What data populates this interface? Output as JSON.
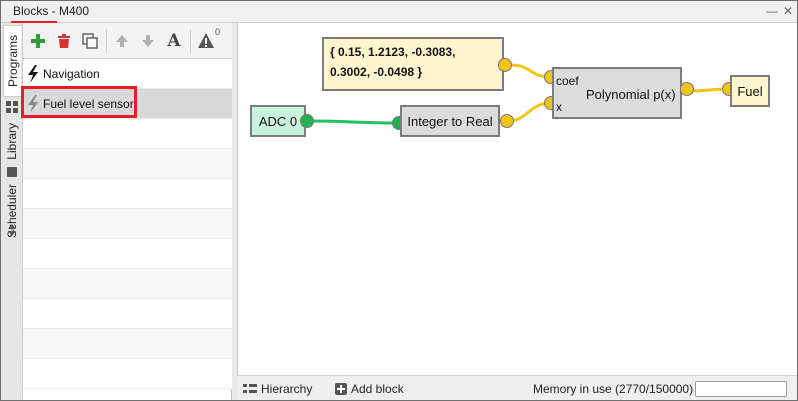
{
  "window": {
    "title": "Blocks - M400",
    "accent": "#e8202a"
  },
  "side_tabs": [
    {
      "label": "Programs",
      "icon": "grid-icon"
    },
    {
      "label": "Library",
      "icon": "book-icon"
    },
    {
      "label": "Scheduler",
      "icon": "arrows-icon"
    }
  ],
  "toolbar": {
    "badge": "0",
    "text_tool": "A"
  },
  "programs": [
    {
      "label": "Navigation",
      "icon": "lightning-icon"
    },
    {
      "label": "Fuel level sensor",
      "icon": "lightning-gray-icon"
    }
  ],
  "canvas": {
    "const_block": {
      "line1": "{ 0.15, 1.2123, -0.3083,",
      "line2": "0.3002, -0.0498 }"
    },
    "adc_block": "ADC 0",
    "int_real_block": "Integer to Real",
    "poly_block": {
      "title": "Polynomial  p(x)",
      "in_coef": "coef",
      "in_x": "x"
    },
    "out_block": "Fuel"
  },
  "status": {
    "hierarchy": "Hierarchy",
    "add_block": "Add block",
    "memory": "Memory in use (2770/150000)"
  }
}
